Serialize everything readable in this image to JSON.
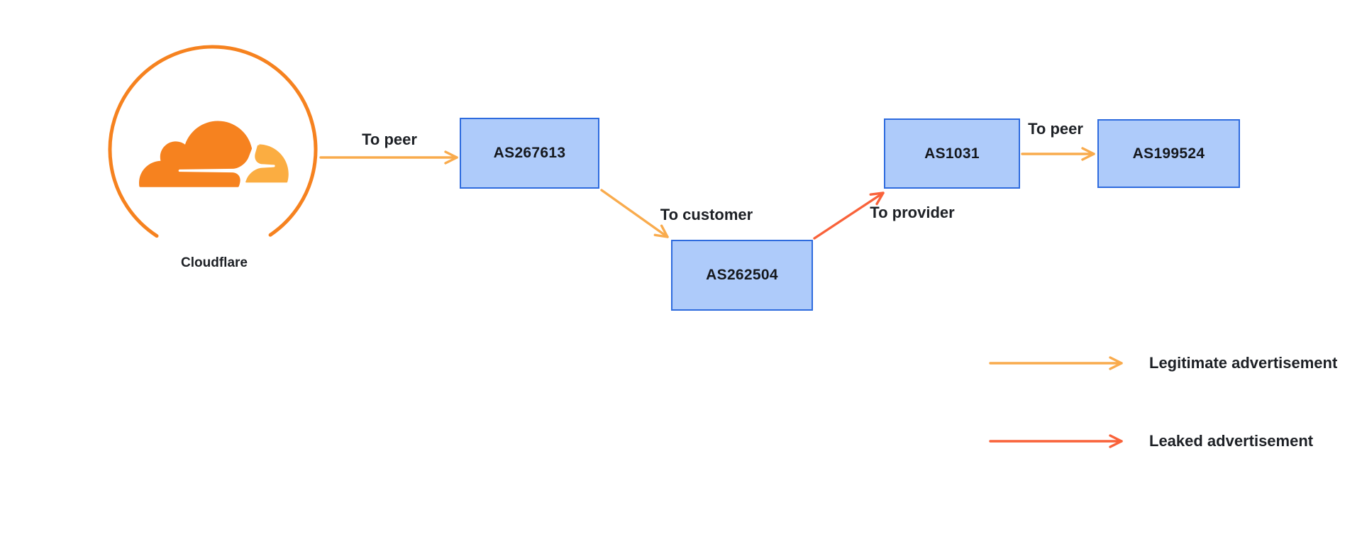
{
  "logo": {
    "label": "Cloudflare"
  },
  "nodes": [
    {
      "id": "as267613",
      "label": "AS267613"
    },
    {
      "id": "as262504",
      "label": "AS262504"
    },
    {
      "id": "as1031",
      "label": "AS1031"
    },
    {
      "id": "as199524",
      "label": "AS199524"
    }
  ],
  "edges": [
    {
      "label": "To peer",
      "type": "legitimate",
      "from": "Cloudflare",
      "to": "AS267613"
    },
    {
      "label": "To customer",
      "type": "legitimate",
      "from": "AS267613",
      "to": "AS262504"
    },
    {
      "label": "To provider",
      "type": "leaked",
      "from": "AS262504",
      "to": "AS1031"
    },
    {
      "label": "To peer",
      "type": "legitimate",
      "from": "AS1031",
      "to": "AS199524"
    }
  ],
  "legend": [
    {
      "label": "Legitimate advertisement",
      "type": "legitimate"
    },
    {
      "label": "Leaked advertisement",
      "type": "leaked"
    }
  ],
  "colors": {
    "background": "#FFFFFF",
    "legitimate_arrow": "#F9AB4D",
    "leaked_arrow": "#F9623A",
    "node_fill": "#AECBFA",
    "node_border": "#2E6BDE",
    "node_text": "#15181D",
    "label_text": "#1D2025",
    "cloudflare_orange": "#F6821F",
    "cloudflare_light": "#FBAD41"
  }
}
